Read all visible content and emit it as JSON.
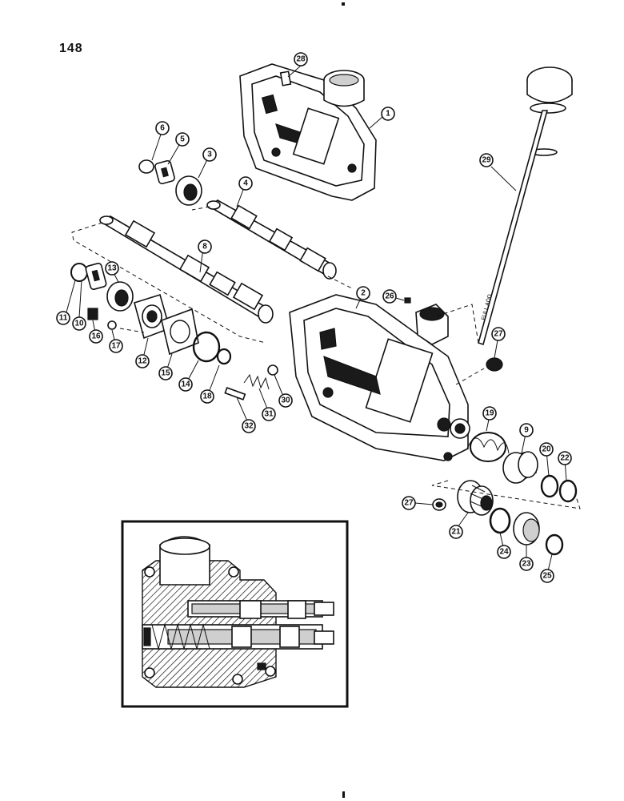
{
  "page": {
    "number": "148"
  },
  "dipstick_marking": "FULL ADD",
  "callouts": [
    {
      "label": "1"
    },
    {
      "label": "2"
    },
    {
      "label": "3"
    },
    {
      "label": "4"
    },
    {
      "label": "5"
    },
    {
      "label": "6"
    },
    {
      "label": "8"
    },
    {
      "label": "9"
    },
    {
      "label": "10"
    },
    {
      "label": "11"
    },
    {
      "label": "12"
    },
    {
      "label": "13"
    },
    {
      "label": "14"
    },
    {
      "label": "15"
    },
    {
      "label": "16"
    },
    {
      "label": "17"
    },
    {
      "label": "18"
    },
    {
      "label": "19"
    },
    {
      "label": "20"
    },
    {
      "label": "21"
    },
    {
      "label": "22"
    },
    {
      "label": "23"
    },
    {
      "label": "24"
    },
    {
      "label": "25"
    },
    {
      "label": "26"
    },
    {
      "label": "27"
    },
    {
      "label": "27"
    },
    {
      "label": "28"
    },
    {
      "label": "29"
    },
    {
      "label": "30"
    },
    {
      "label": "31"
    },
    {
      "label": "32"
    }
  ]
}
